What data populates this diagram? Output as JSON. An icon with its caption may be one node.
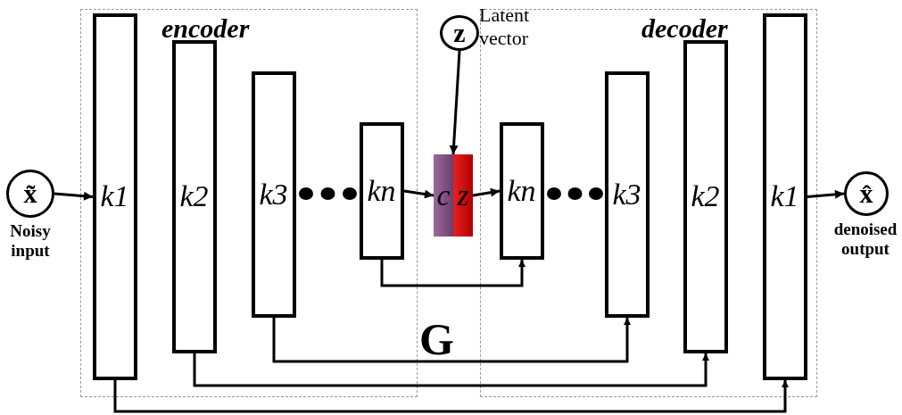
{
  "diagram": {
    "nodes": [
      {
        "text": [
          "encoder"
        ]
      },
      {
        "text": [
          "decoder"
        ]
      },
      {
        "text": [
          "x̃"
        ],
        "beside": [
          "Noisy input"
        ]
      },
      {
        "text": [
          "k1"
        ],
        "in": 0
      },
      {
        "text": [
          "k2"
        ],
        "in": 0
      },
      {
        "text": [
          "k3"
        ],
        "in": 0
      },
      {
        "text": [
          "kn"
        ],
        "in": 0
      },
      {
        "text": [
          "c",
          "z"
        ]
      },
      {
        "text": [
          "z"
        ],
        "beside": [
          "Latent vector"
        ]
      },
      {
        "text": [
          "kn"
        ],
        "in": 1
      },
      {
        "text": [
          "k3"
        ],
        "in": 1
      },
      {
        "text": [
          "k2"
        ],
        "in": 1
      },
      {
        "text": [
          "k1"
        ],
        "in": 1
      },
      {
        "text": [
          "x̂"
        ],
        "beside": [
          "denoised output"
        ]
      }
    ],
    "edges": [
      {
        "from": 2,
        "to": 3,
        "arrow": "to"
      },
      {
        "from": 6,
        "to": 7,
        "arrow": "to"
      },
      {
        "from": 8,
        "to": 7,
        "arrow": "to"
      },
      {
        "from": 7,
        "to": 9,
        "arrow": "to"
      },
      {
        "from": 12,
        "to": 13,
        "arrow": "to"
      },
      {
        "from": 6,
        "to": 9,
        "arrow": "to"
      },
      {
        "from": 5,
        "to": 10,
        "arrow": "to"
      },
      {
        "from": 4,
        "to": 11,
        "arrow": "to"
      },
      {
        "from": 3,
        "to": 12,
        "arrow": "to"
      }
    ],
    "labels": [
      "G"
    ]
  }
}
